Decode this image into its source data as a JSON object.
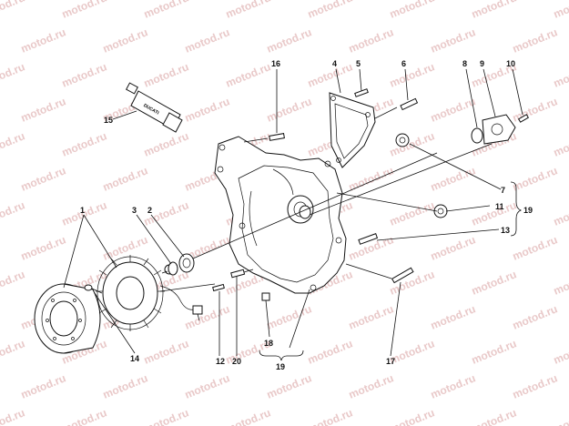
{
  "watermark": "motod.ru",
  "callouts": {
    "c1": "1",
    "c2": "2",
    "c3": "3",
    "c4": "4",
    "c5": "5",
    "c6": "6",
    "c7": "7",
    "c8": "8",
    "c9": "9",
    "c10": "10",
    "c11": "11",
    "c12": "12",
    "c13": "13",
    "c14": "14",
    "c15": "15",
    "c16": "16",
    "c17": "17",
    "c18": "18",
    "c19_bottom": "19",
    "c19_right": "19",
    "c20": "20"
  },
  "tube_label": "DUCATI"
}
